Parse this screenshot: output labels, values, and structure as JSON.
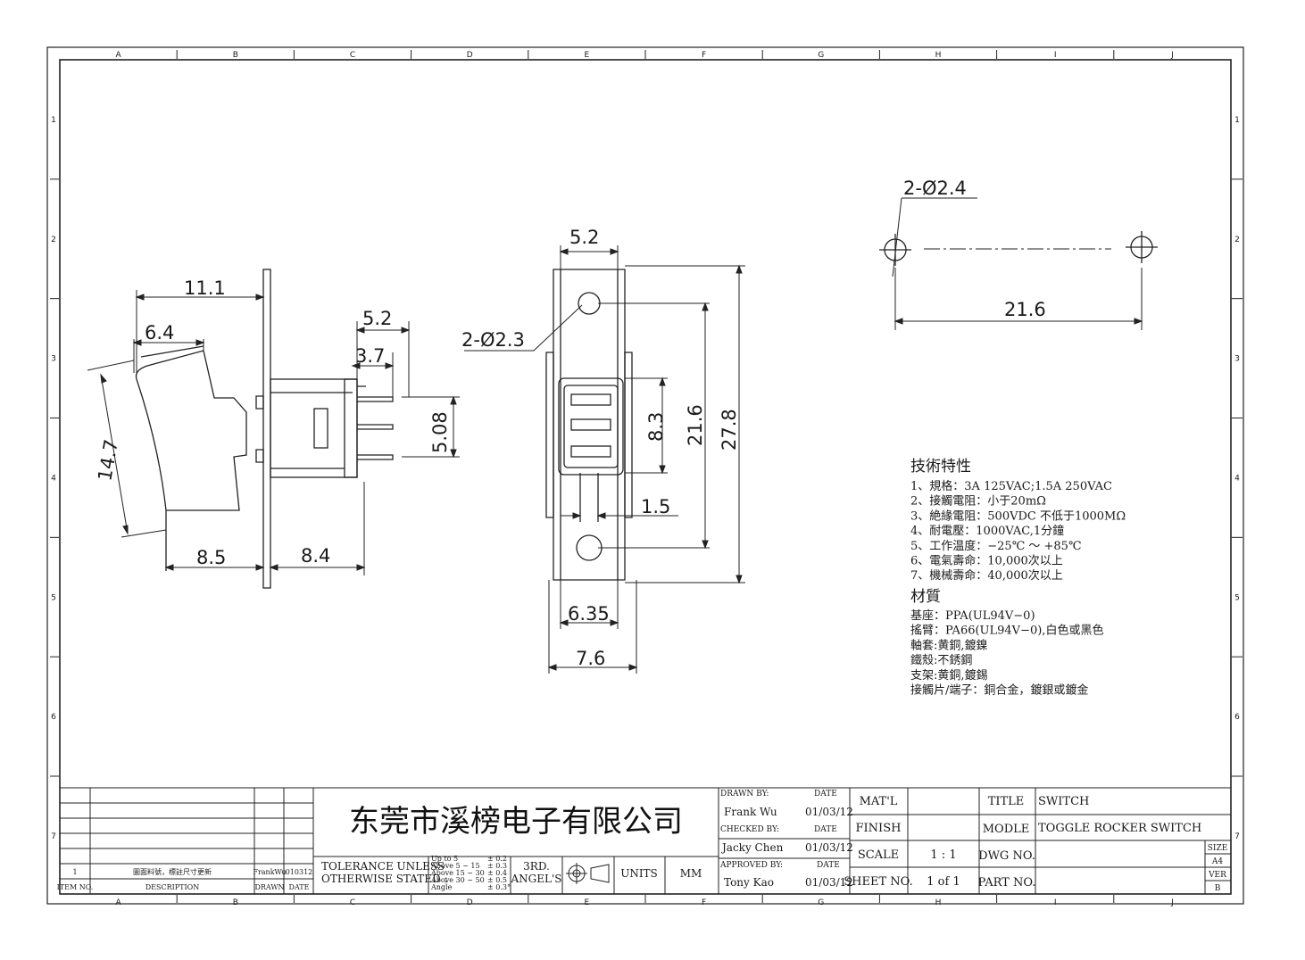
{
  "zones": {
    "columns": [
      "A",
      "B",
      "C",
      "D",
      "E",
      "F",
      "G",
      "H",
      "I",
      "J"
    ],
    "rows": [
      "1",
      "2",
      "3",
      "4",
      "5",
      "6",
      "7"
    ]
  },
  "drawing": {
    "side_view": {
      "dim_overall_width": "11.1",
      "dim_rocker_top": "6.4",
      "dim_rocker_height": "14.7",
      "dim_front_depth": "8.5",
      "dim_rear_depth": "8.4",
      "dim_terminal_pitch_outer": "5.2",
      "dim_terminal_pitch_inner": "3.7",
      "dim_terminal_span": "5.08"
    },
    "bottom_view": {
      "dim_terminal_width": "5.2",
      "dim_mount_holes": "2-Ø2.3",
      "dim_slot_height": "8.3",
      "dim_hole_pitch": "21.6",
      "dim_overall_length": "27.8",
      "dim_slot_gap": "1.5",
      "dim_inner_width": "6.35",
      "dim_outer_width": "7.6"
    },
    "panel_cutout": {
      "dim_holes": "2-Ø2.4",
      "dim_hole_pitch": "21.6"
    }
  },
  "specs": {
    "heading": "技術特性",
    "lines": [
      "1、規格：3A 125VAC;1.5A 250VAC",
      "2、接觸電阻：小于20mΩ",
      "3、絶緣電阻：500VDC 不低于1000MΩ",
      "4、耐電壓：1000VAC,1分鐘",
      "5、工作温度：−25℃ ～ +85℃",
      "6、電氣壽命：10,000次以上",
      "7、機械壽命：40,000次以上"
    ],
    "material_heading": "材質",
    "material_lines": [
      "基座：PPA(UL94V−0)",
      "搖臂：PA66(UL94V−0),白色或黑色",
      "軸套:黄銅,鍍鎳",
      "鐵殼:不銹鋼",
      "支架:黄銅,鍍錫",
      "接觸片/端子：銅合金，鍍銀或鍍金"
    ]
  },
  "revision": {
    "item_no": "1",
    "description": "圖面料號，標註尺寸更新",
    "drawn": "FrankWu",
    "date": "010312",
    "header_item": "ITEM NO.",
    "header_desc": "DESCRIPTION",
    "header_drawn": "DRAWN",
    "header_date": "DATE"
  },
  "company": "东莞市溪榜电子有限公司",
  "tolerance": {
    "label1": "TOLERANCE UNLESS",
    "label2": "OTHERWISE STATED :",
    "rows": [
      {
        "range": "Up  to 5",
        "tol": "± 0.2"
      },
      {
        "range": "Above 5   ~ 15",
        "tol": "± 0.3"
      },
      {
        "range": "Above 15 ~ 30",
        "tol": "± 0.4"
      },
      {
        "range": "Above 30 ~ 50",
        "tol": "± 0.5"
      },
      {
        "range": "Angle",
        "tol": "± 0.3°"
      }
    ],
    "projection1": "3RD.",
    "projection2": "ANGEL'S",
    "units_label": "UNITS",
    "units_value": "MM"
  },
  "approvals": {
    "drawn_by_label": "DRAWN BY:",
    "drawn_by": "Frank Wu",
    "drawn_date": "01/03/12",
    "checked_by_label": "CHECKED BY:",
    "checked_by": "Jacky Chen",
    "checked_date": "01/03/12",
    "approved_by_label": "APPROVED BY:",
    "approved_by": "Tony Kao",
    "approved_date": "01/03/12",
    "date_label": "DATE"
  },
  "title_block": {
    "matl_label": "MAT'L",
    "matl_value": "",
    "finish_label": "FINISH",
    "finish_value": "",
    "scale_label": "SCALE",
    "scale_value": "1 : 1",
    "sheet_label": "SHEET NO.",
    "sheet_value": "1 of 1",
    "title_label": "TITLE",
    "title_value": "SWITCH",
    "model_label": "MODLE",
    "model_value": "TOGGLE ROCKER SWITCH",
    "dwg_label": "DWG NO.",
    "dwg_value": "",
    "part_label": "PART NO.",
    "part_value": "",
    "size_label": "SIZE",
    "size_value": "A4",
    "ver_label": "VER",
    "ver_value": "B"
  }
}
